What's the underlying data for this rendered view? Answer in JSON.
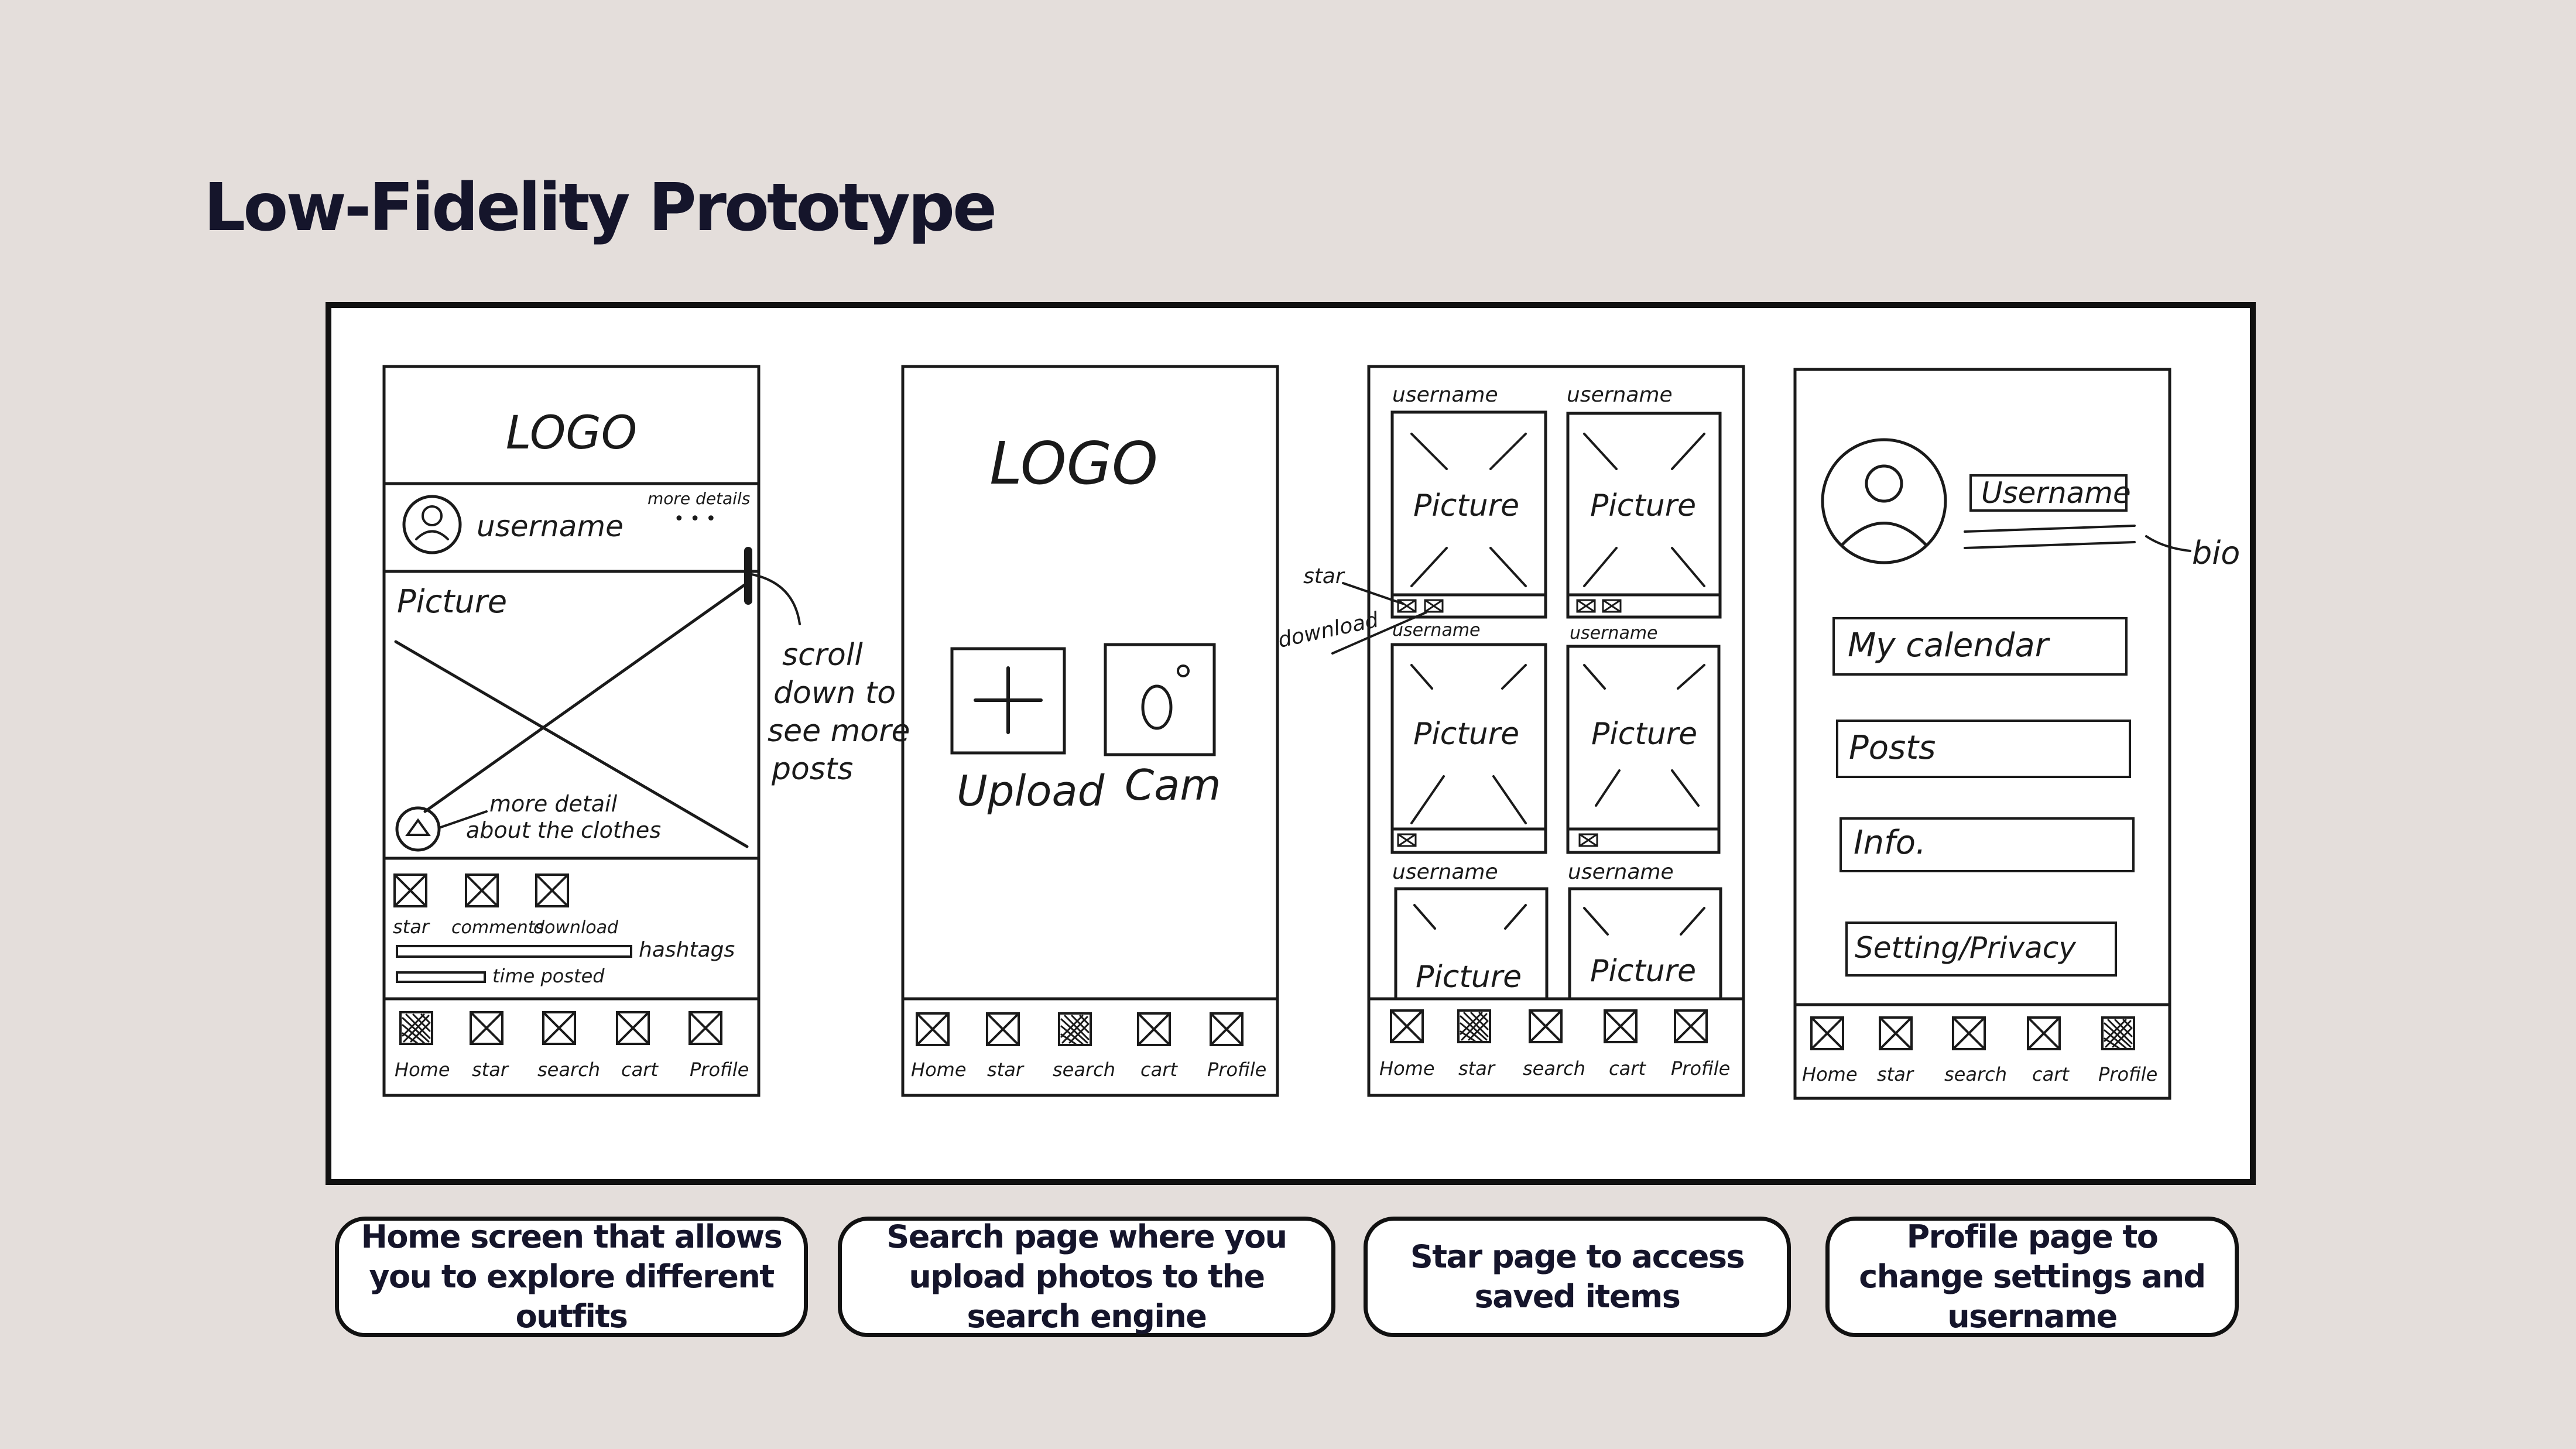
{
  "title": "Low-Fidelity Prototype",
  "screens": {
    "home": {
      "logo": "LOGO",
      "username": "username",
      "more_details": "more details",
      "dots": "• • •",
      "picture": "Picture",
      "note_more_detail_1": "more detail",
      "note_more_detail_2": "about the clothes",
      "actions": [
        "star",
        "comments",
        "download"
      ],
      "hashtags": "hashtags",
      "time_posted": "time posted",
      "scroll_note": [
        "scroll",
        "down to",
        "see more",
        "posts"
      ]
    },
    "search": {
      "logo": "LOGO",
      "upload": "Upload",
      "cam": "Cam"
    },
    "star": {
      "username": "username",
      "picture": "Picture",
      "note_star": "star",
      "note_download": "download"
    },
    "profile": {
      "username": "Username",
      "bio": "bio",
      "menu": [
        "My calendar",
        "Posts",
        "Info.",
        "Setting/Privacy"
      ]
    },
    "nav": [
      "Home",
      "star",
      "search",
      "cart",
      "Profile"
    ]
  },
  "captions": [
    "Home screen that allows you to explore different outfits",
    "Search page where you upload photos to the search engine",
    "Star page to access saved items",
    "Profile page to change settings and username"
  ],
  "colors": {
    "background": "#e4dedb",
    "ink": "#15152b",
    "board": "#ffffff"
  }
}
